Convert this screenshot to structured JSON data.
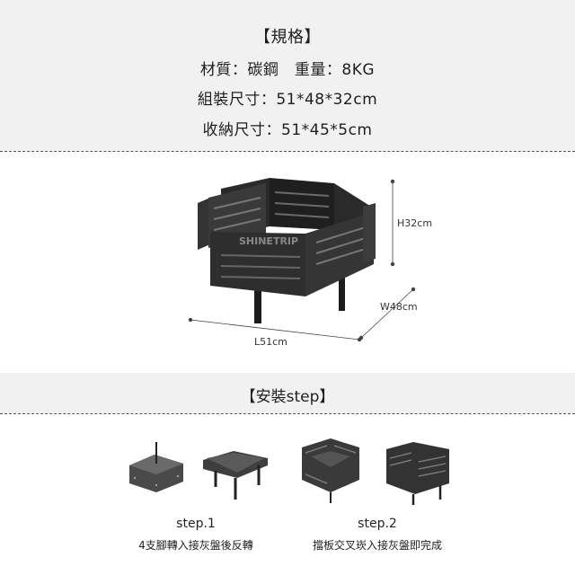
{
  "specs": {
    "title": "【規格】",
    "line1": "材質：碳鋼　重量：8KG",
    "line2": "組裝尺寸：51*48*32cm",
    "line3": "收納尺寸：51*45*5cm"
  },
  "product": {
    "brand_text": "SHINETRIP",
    "dim_height": "H32cm",
    "dim_width": "W48cm",
    "dim_length": "L51cm"
  },
  "install": {
    "title": "【安裝step】",
    "steps": [
      {
        "label": "step.1",
        "desc": "4支腳轉入接灰盤後反轉"
      },
      {
        "label": "step.2",
        "desc": "擋板交叉崁入接灰盤即完成"
      }
    ]
  }
}
